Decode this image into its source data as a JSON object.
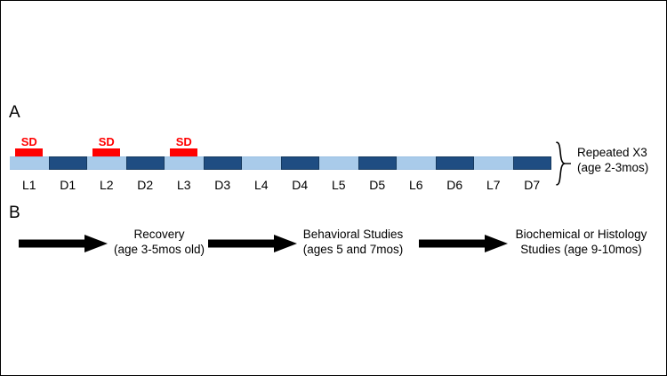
{
  "figure": {
    "background_color": "#ffffff",
    "border_color": "#000000"
  },
  "colors": {
    "light_phase": "#a9cbea",
    "dark_phase": "#1f4d82",
    "sleep_deprivation": "#ff0000",
    "arrow": "#000000",
    "text": "#000000"
  },
  "panel_a": {
    "letter": "A",
    "cycle_segments": [
      {
        "label": "L1",
        "phase": "light"
      },
      {
        "label": "D1",
        "phase": "dark"
      },
      {
        "label": "L2",
        "phase": "light"
      },
      {
        "label": "D2",
        "phase": "dark"
      },
      {
        "label": "L3",
        "phase": "light"
      },
      {
        "label": "D3",
        "phase": "dark"
      },
      {
        "label": "L4",
        "phase": "light"
      },
      {
        "label": "D4",
        "phase": "dark"
      },
      {
        "label": "L5",
        "phase": "light"
      },
      {
        "label": "D5",
        "phase": "dark"
      },
      {
        "label": "L6",
        "phase": "light"
      },
      {
        "label": "D6",
        "phase": "dark"
      },
      {
        "label": "L7",
        "phase": "light"
      },
      {
        "label": "D7",
        "phase": "dark"
      }
    ],
    "sleep_deprivation_markers": [
      {
        "label": "SD",
        "over_segment": "L1"
      },
      {
        "label": "SD",
        "over_segment": "L2"
      },
      {
        "label": "SD",
        "over_segment": "L3"
      }
    ],
    "annotation": {
      "line1": "Repeated X3",
      "line2": "(age 2-3mos)"
    }
  },
  "panel_b": {
    "letter": "B",
    "steps": [
      {
        "arrow": "right-arrow-icon",
        "line1": "Recovery",
        "line2": "(age 3-5mos old)"
      },
      {
        "arrow": "right-arrow-icon",
        "line1": "Behavioral Studies",
        "line2": "(ages 5 and 7mos)"
      },
      {
        "arrow": "right-arrow-icon",
        "line1": "Biochemical or Histology",
        "line2": "Studies (age 9-10mos)"
      }
    ]
  }
}
